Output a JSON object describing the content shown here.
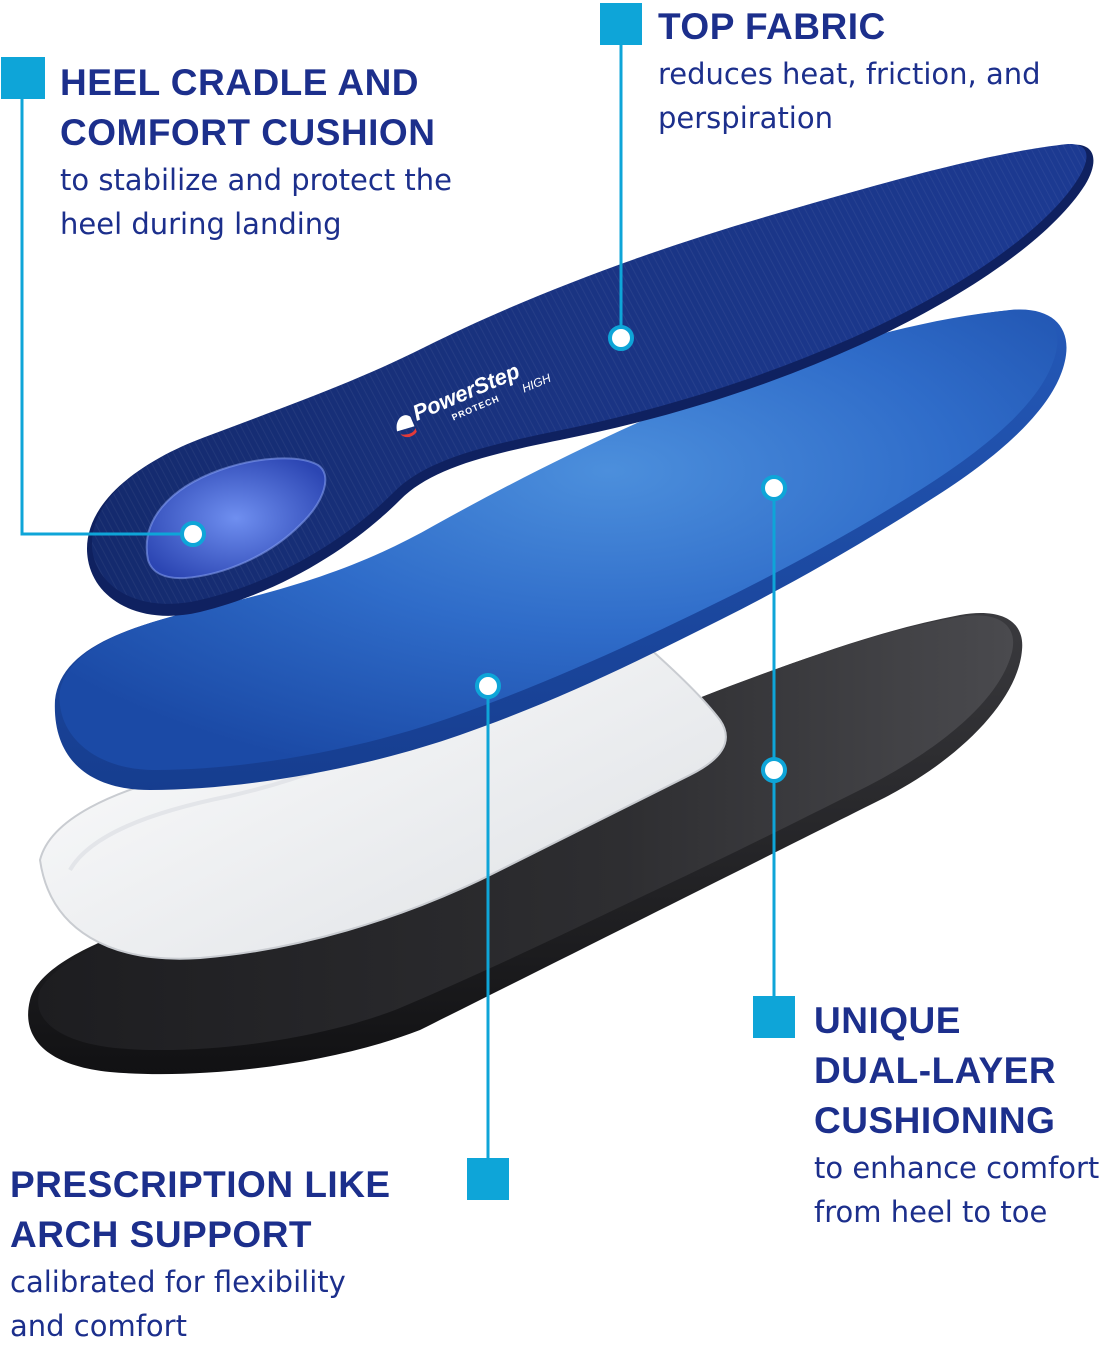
{
  "colors": {
    "accent": "#0ea5d8",
    "heading": "#1c2f8c",
    "top_layer": "#17307a",
    "mid_layer": "#2a64c5",
    "arch_shell": "#f2f3f5",
    "base_layer": "#2b2b2e"
  },
  "product": {
    "brand": "PowerStep",
    "line": "PROTECH",
    "variant": "HIGH"
  },
  "callouts": {
    "heel_cradle": {
      "title_line1": "HEEL CRADLE AND",
      "title_line2": "COMFORT CUSHION",
      "desc_line1": "to stabilize and protect the",
      "desc_line2": "heel during landing"
    },
    "top_fabric": {
      "title_line1": "TOP FABRIC",
      "desc_line1": "reduces heat, friction, and",
      "desc_line2": "perspiration"
    },
    "dual_layer": {
      "title_line1": "UNIQUE",
      "title_line2": "DUAL-LAYER",
      "title_line3": "CUSHIONING",
      "desc_line1": "to enhance comfort",
      "desc_line2": "from heel to toe"
    },
    "arch_support": {
      "title_line1": "PRESCRIPTION LIKE",
      "title_line2": "ARCH SUPPORT",
      "desc_line1": "calibrated for flexibility",
      "desc_line2": "and comfort"
    }
  }
}
